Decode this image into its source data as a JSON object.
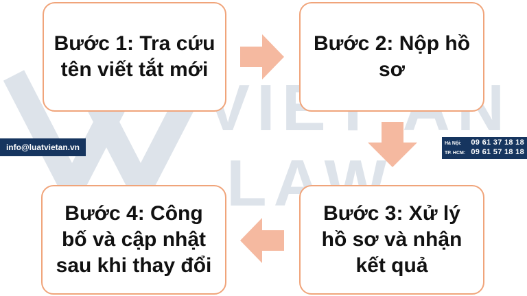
{
  "steps": [
    {
      "text": "Bước 1: Tra cứu\ntên viết tắt mới"
    },
    {
      "text": "Bước 2: Nộp hồ\nsơ"
    },
    {
      "text": "Bước 3: Xử lý\nhồ sơ và nhận\nkết quả"
    },
    {
      "text": "Bước 4: Công\nbố và cập nhật\nsau khi thay đổi"
    }
  ],
  "watermark": {
    "text1": "VIET AN",
    "text2": "LAW"
  },
  "contact": {
    "email": "info@luatvietan.vn",
    "hanoi_label": "Hà Nội:",
    "hanoi_phone": "09 61 37 18 18",
    "hcm_label": "TP. HCM:",
    "hcm_phone": "09 61 57 18 18"
  },
  "colors": {
    "box_border": "#f0a47a",
    "arrow_fill": "#f5b9a0",
    "badge_bg": "#16355f",
    "watermark": "#dde3ea"
  }
}
